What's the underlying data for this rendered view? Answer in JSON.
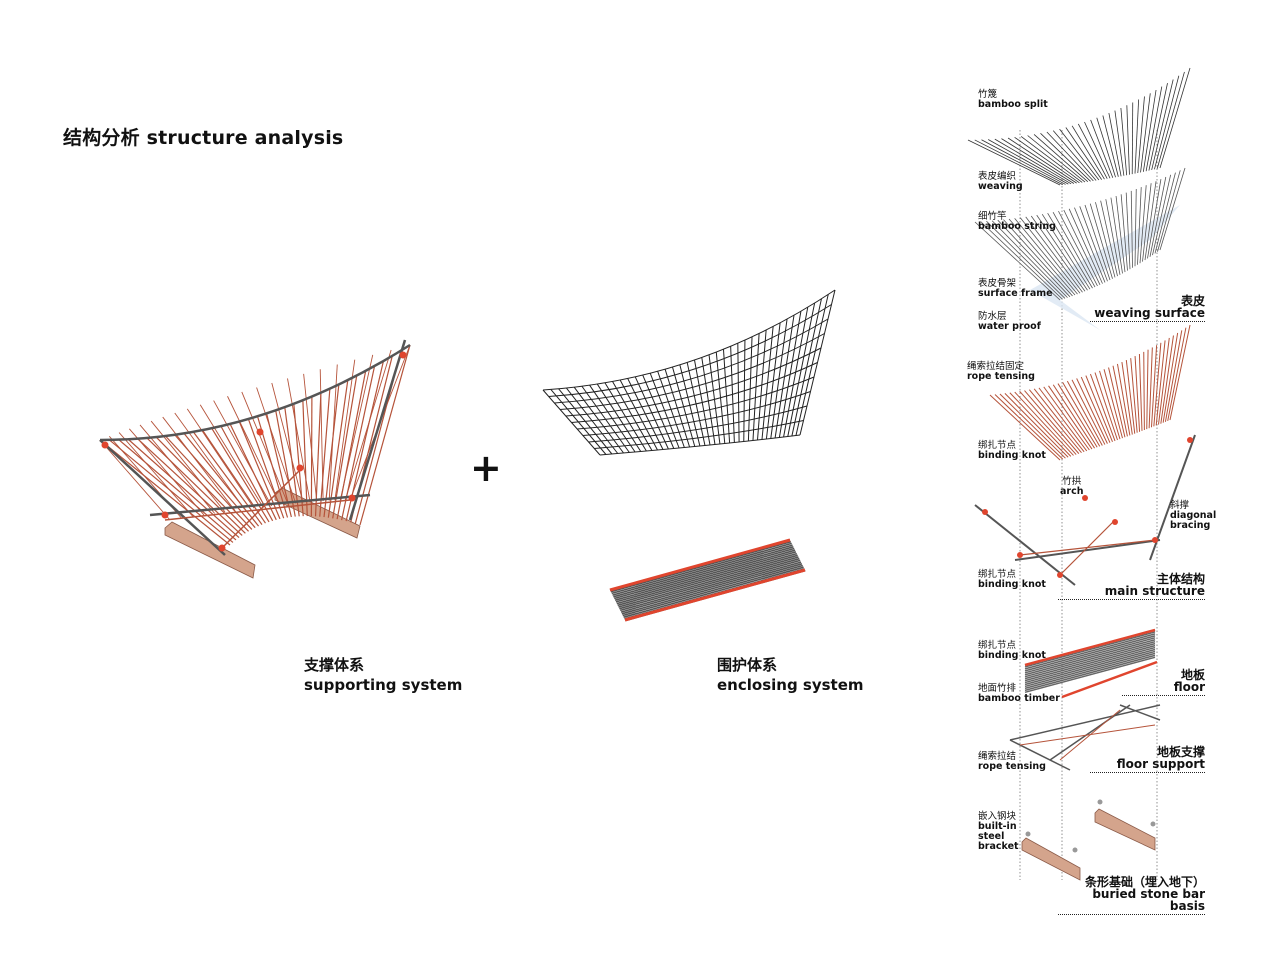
{
  "title": "结构分析 structure analysis",
  "plus_sign": "+",
  "captions": {
    "supporting": {
      "zh": "支撑体系",
      "en": "supporting system"
    },
    "enclosing": {
      "zh": "围护体系",
      "en": "enclosing system"
    }
  },
  "exploded_labels": [
    {
      "zh": "竹篾",
      "en": "bamboo split"
    },
    {
      "zh": "表皮编织",
      "en": "weaving"
    },
    {
      "zh": "细竹竿",
      "en": "bamboo string"
    },
    {
      "zh": "表皮骨架",
      "en": "surface frame"
    },
    {
      "zh": "防水层",
      "en": "water proof"
    },
    {
      "zh": "绳索拉结固定",
      "en": "rope tensing"
    },
    {
      "zh": "绑扎节点",
      "en": "binding knot"
    },
    {
      "zh": "竹拱",
      "en": "arch"
    },
    {
      "zh": "斜撑",
      "en": "diagonal bracing"
    },
    {
      "zh": "绑扎节点",
      "en": "binding knot"
    },
    {
      "zh": "绑扎节点",
      "en": "binding knot"
    },
    {
      "zh": "地面竹排",
      "en": "bamboo timber"
    },
    {
      "zh": "绳索拉结",
      "en": "rope tensing"
    },
    {
      "zh": "嵌入钢块",
      "en": "built-in steel bracket"
    }
  ],
  "sections": [
    {
      "zh": "表皮",
      "en": "weaving surface"
    },
    {
      "zh": "主体结构",
      "en": "main structure"
    },
    {
      "zh": "地板",
      "en": "floor"
    },
    {
      "zh": "地板支撑",
      "en": "floor support"
    },
    {
      "zh": "条形基础（埋入地下）",
      "en": "buried stone bar basis"
    }
  ],
  "colors": {
    "rope": "#b5533a",
    "bamboo": "#555555",
    "stone": "#d4a48c",
    "knot": "#e0452e",
    "membrane": "#dbe6f3"
  }
}
